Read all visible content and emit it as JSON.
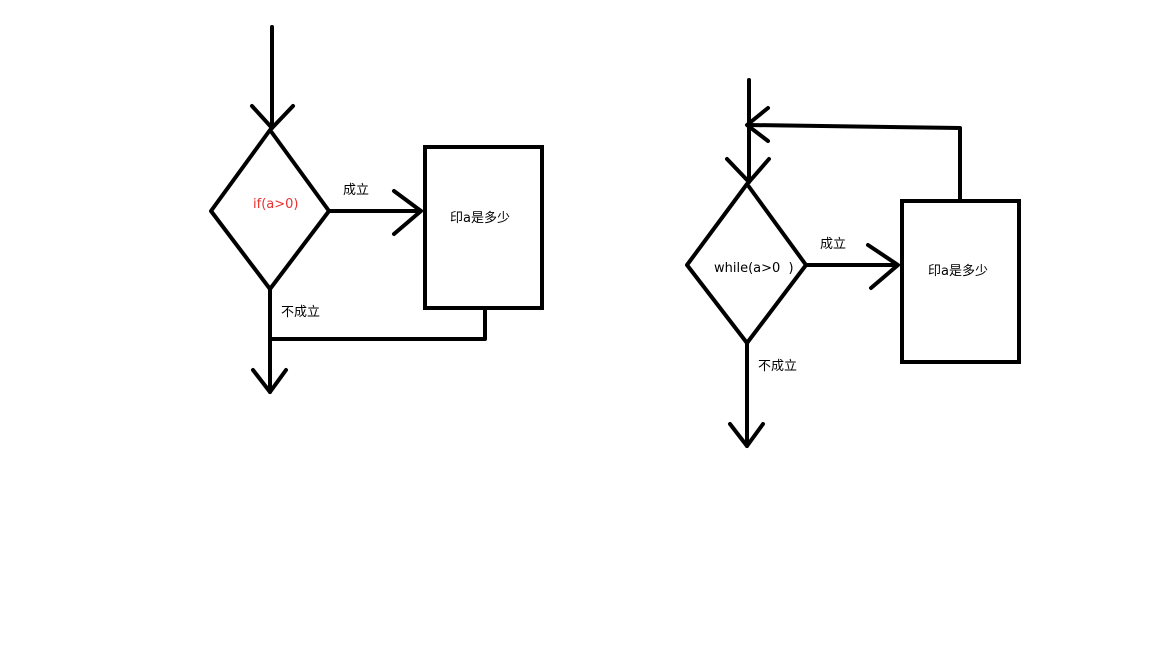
{
  "if_diagram": {
    "condition": "if(a>0)",
    "true_label": "成立",
    "false_label": "不成立",
    "action": "印a是多少",
    "condition_color": "#e8312f"
  },
  "while_diagram": {
    "condition": "while(a>0  )",
    "true_label": "成立",
    "false_label": "不成立",
    "action": "印a是多少"
  }
}
